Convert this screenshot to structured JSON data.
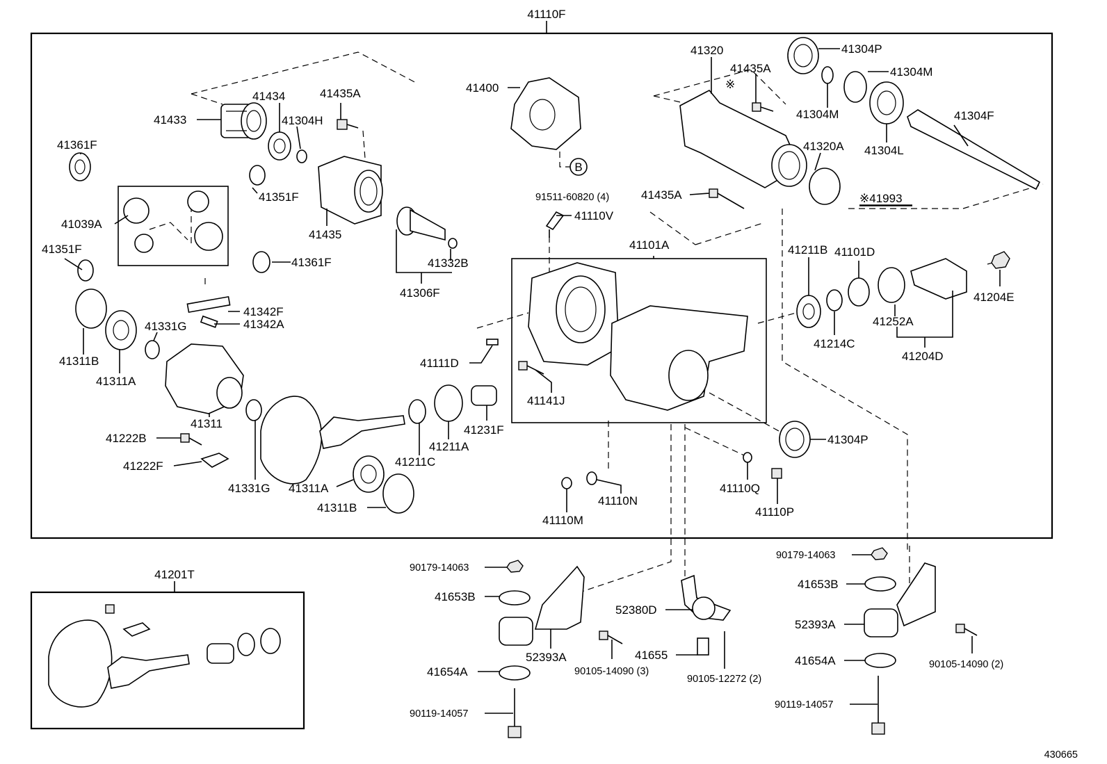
{
  "labels": {
    "assembly_main": "41110F",
    "kit_ring_pinion": "41201T",
    "diagram_number": "430665",
    "p41433": "41433",
    "p41434": "41434",
    "p41435A_top": "41435A",
    "p41304H": "41304H",
    "p41361F_top": "41361F",
    "p41039A": "41039A",
    "p41351F_left": "41351F",
    "p41351F_mid": "41351F",
    "p41435": "41435",
    "p41361F_mid": "41361F",
    "p41332B": "41332B",
    "p41306F": "41306F",
    "p41400": "41400",
    "pB": "B",
    "p91511": "91511-60820 (4)",
    "p41110V": "41110V",
    "p41320": "41320",
    "p41435A_r1": "41435A",
    "p41304P_top": "41304P",
    "p41304M_a": "41304M",
    "p41304M_b": "41304M",
    "p41304F": "41304F",
    "p41304L": "41304L",
    "p41320A": "41320A",
    "p41435A_r2": "41435A",
    "p41993": "※41993",
    "p41101A": "41101A",
    "p41211B": "41211B",
    "p41101D": "41101D",
    "p41204E": "41204E",
    "p41252A": "41252A",
    "p41214C": "41214C",
    "p41204D": "41204D",
    "p41342F": "41342F",
    "p41342A": "41342A",
    "p41331G_top": "41331G",
    "p41311B_left": "41311B",
    "p41311A_left": "41311A",
    "p41311": "41311",
    "p41111D": "41111D",
    "p41141J": "41141J",
    "p41231F": "41231F",
    "p41211A": "41211A",
    "p41211C": "41211C",
    "p41222B": "41222B",
    "p41222F": "41222F",
    "p41331G_bot": "41331G",
    "p41311A_bot": "41311A",
    "p41311B_bot": "41311B",
    "p41304P_bot": "41304P",
    "p41110Q": "41110Q",
    "p41110P": "41110P",
    "p41110M": "41110M",
    "p41110N": "41110N",
    "p90179_l": "90179-14063",
    "p41653B_l": "41653B",
    "p52393A_l": "52393A",
    "p41654A_l": "41654A",
    "p90119_l": "90119-14057",
    "p90105_14090_3": "90105-14090 (3)",
    "p52380D": "52380D",
    "p41655": "41655",
    "p90105_12272": "90105-12272 (2)",
    "p90179_r": "90179-14063",
    "p41653B_r": "41653B",
    "p52393A_r": "52393A",
    "p41654A_r": "41654A",
    "p90119_r": "90119-14057",
    "p90105_14090_2": "90105-14090 (2)",
    "ref_note_symbol": "※"
  }
}
